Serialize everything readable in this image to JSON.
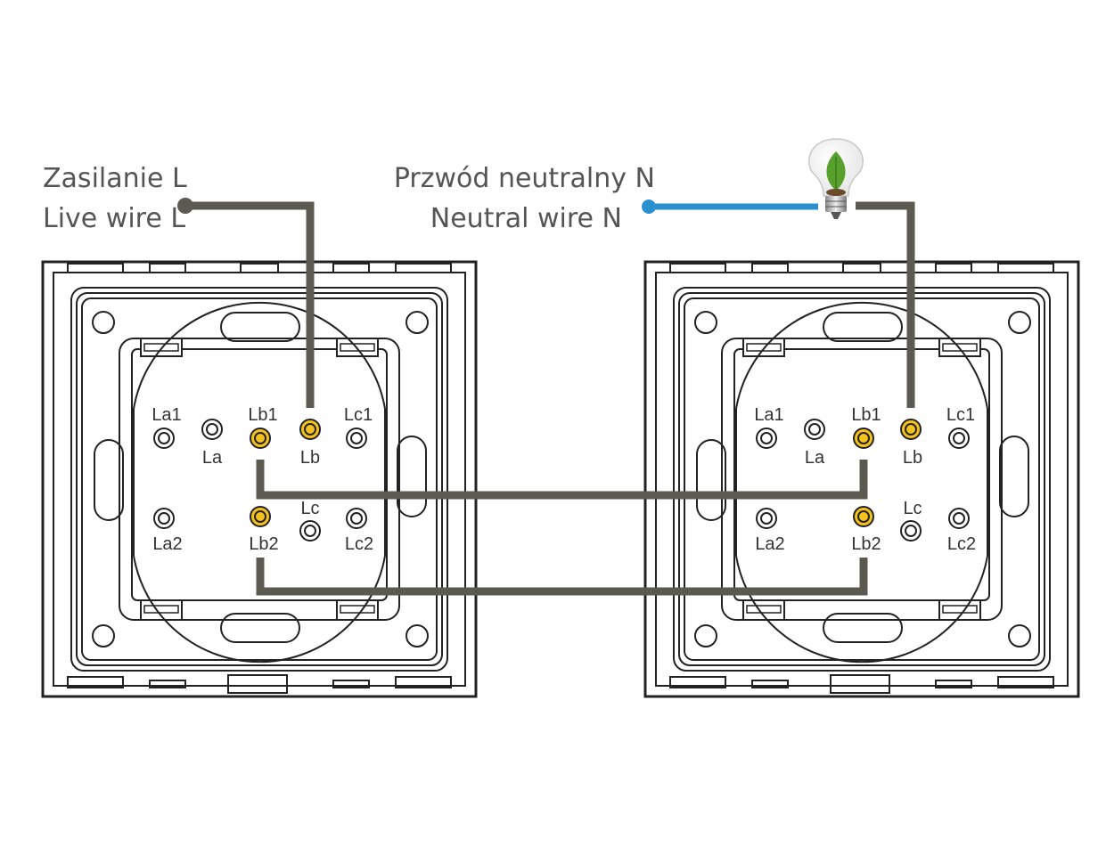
{
  "labels": {
    "power_pl": "Zasilanie L",
    "power_en": "Live wire L",
    "neutral_pl": "Przwód neutralny N",
    "neutral_en": "Neutral wire N"
  },
  "terminals": {
    "La1": "La1",
    "La": "La",
    "La2": "La2",
    "Lb1": "Lb1",
    "Lb": "Lb",
    "Lb2": "Lb2",
    "Lc1": "Lc1",
    "Lc": "Lc",
    "Lc2": "Lc2"
  },
  "colors": {
    "wire": "#5a5a50",
    "neutral": "#2a90d0",
    "frame": "#222222",
    "active_terminal": "#f5c21b",
    "leaf": "#58a02c",
    "background": "#ffffff"
  },
  "icons": {
    "bulb": "lightbulb-with-leaf-icon"
  }
}
